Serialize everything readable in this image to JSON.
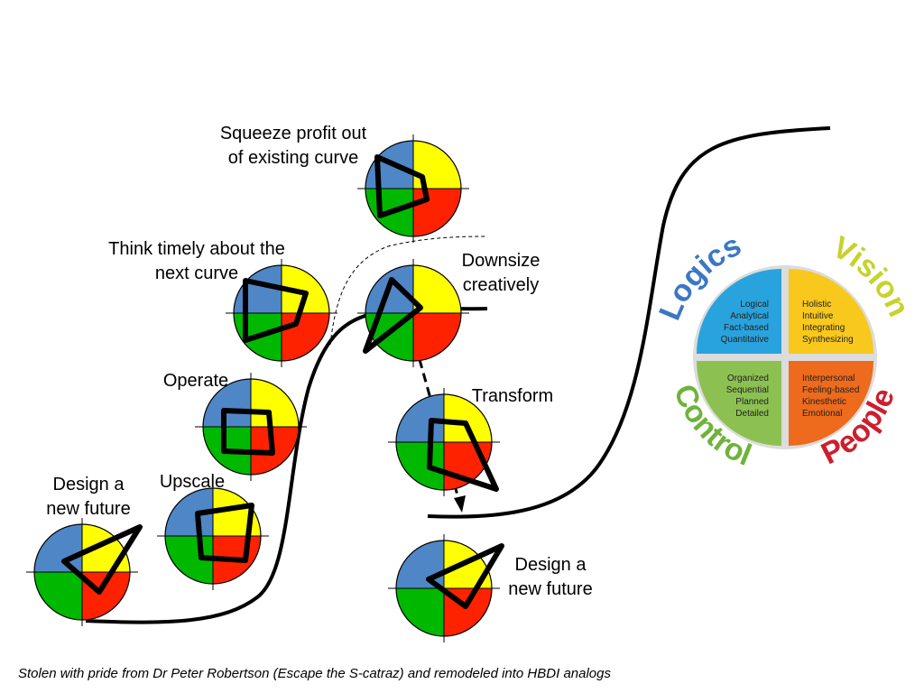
{
  "colors": {
    "blue": "#4f86c6",
    "yellow": "#ffff00",
    "green": "#00b800",
    "red": "#ff2200",
    "ink": "#000000",
    "hbdi_blue": "#29a3dd",
    "hbdi_yellow": "#f8c81c",
    "hbdi_green": "#8cc152",
    "hbdi_orange": "#ee6a1c",
    "title_logics": "#3a78c4",
    "title_vision": "#c7d22c",
    "title_control": "#6fb33a",
    "title_people": "#cc1f2e"
  },
  "labels": {
    "squeeze": [
      "Squeeze profit out",
      "of existing curve"
    ],
    "think": [
      "Think timely about the",
      "next curve"
    ],
    "downsize": [
      "Downsize",
      "creatively"
    ],
    "operate": [
      "Operate"
    ],
    "transform": [
      "Transform"
    ],
    "upscale": [
      "Upscale"
    ],
    "design_left": [
      "Design a",
      "new future"
    ],
    "design_right": [
      "Design a",
      "new future"
    ]
  },
  "hbdi": {
    "logics": {
      "title": "Logics",
      "items": [
        "Logical",
        "Analytical",
        "Fact-based",
        "Quantitative"
      ]
    },
    "vision": {
      "title": "Vision",
      "items": [
        "Holistic",
        "Intuitive",
        "Integrating",
        "Synthesizing"
      ]
    },
    "control": {
      "title": "Control",
      "items": [
        "Organized",
        "Sequential",
        "Planned",
        "Detailed"
      ]
    },
    "people": {
      "title": "People",
      "items": [
        "Interpersonal",
        "Feeling-based",
        "Kinesthetic",
        "Emotional"
      ]
    }
  },
  "caption": "Stolen with pride from Dr Peter Robertson (Escape the S-catraz) and remodeled into HBDI analogs"
}
